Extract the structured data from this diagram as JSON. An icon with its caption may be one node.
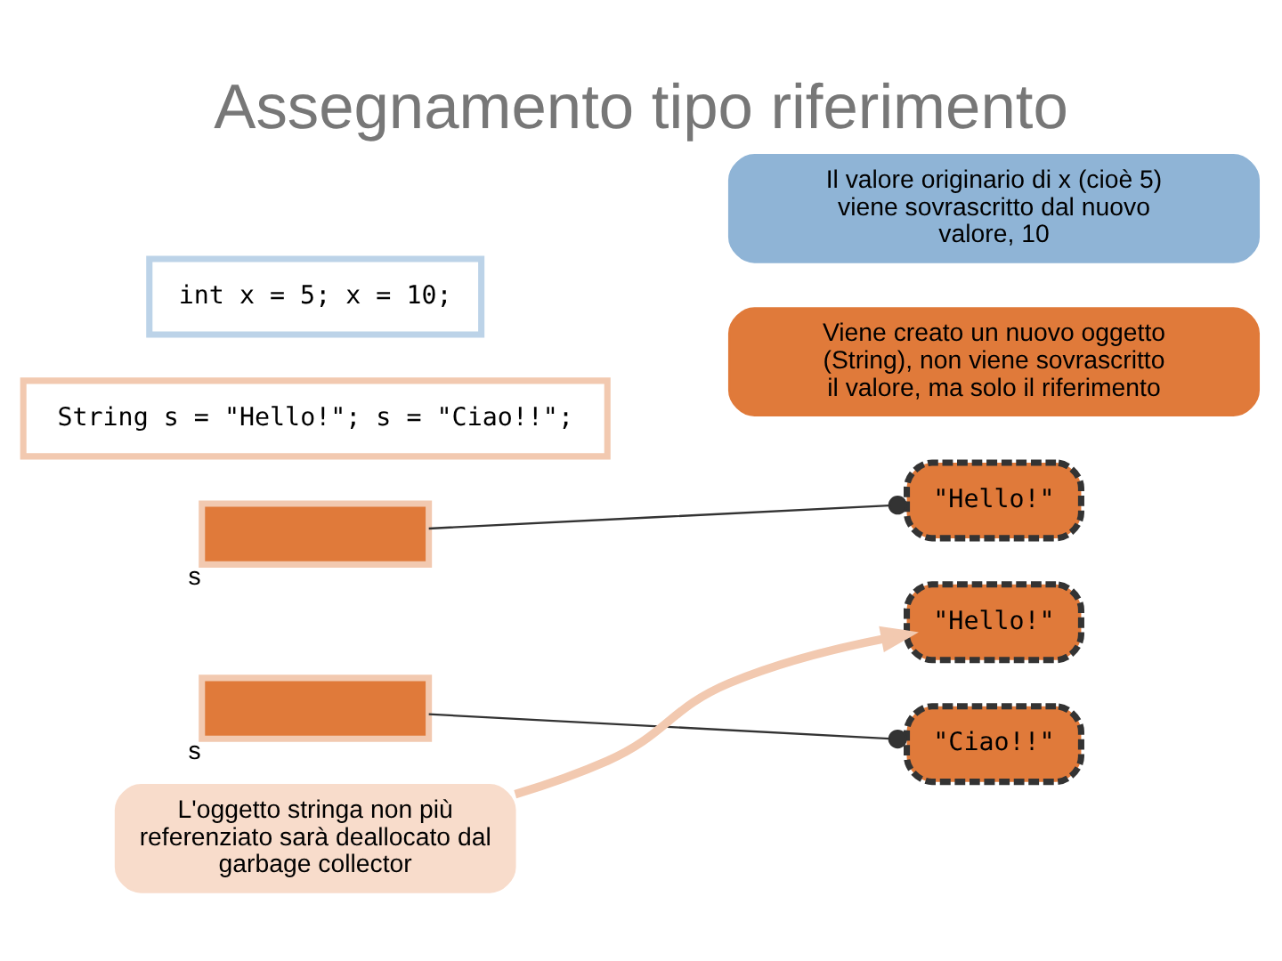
{
  "diagram": {
    "title": "Assegnamento tipo riferimento",
    "nodes": [
      {
        "text": [
          "int x = 5; x = 10;"
        ]
      },
      {
        "text": [
          "Il valore originario di x (cioè 5) viene sovrascritto dal nuovo valore, 10"
        ]
      },
      {
        "text": [
          "String s = \"Hello!\"; s = \"Ciao!!\";"
        ]
      },
      {
        "text": [
          "Viene creato un nuovo oggetto (String), non viene sovrascritto il valore, ma solo il riferimento"
        ]
      },
      {
        "text": [],
        "shape": "box",
        "beside": [
          "s"
        ]
      },
      {
        "text": [
          "\"Hello!\""
        ]
      },
      {
        "text": [],
        "shape": "box",
        "beside": [
          "s"
        ]
      },
      {
        "text": [
          "\"Hello!\""
        ]
      },
      {
        "text": [
          "\"Ciao!!\""
        ]
      },
      {
        "text": [
          "L'oggetto stringa non più referenziato sarà deallocato dal garbage collector"
        ]
      }
    ],
    "edges": [
      {
        "from": 4,
        "to": 5,
        "arrow": "other"
      },
      {
        "from": 6,
        "to": 8,
        "arrow": "other"
      },
      {
        "from": 9,
        "to": 7,
        "arrow": "to",
        "style": "thick",
        "color": "#f2c9b0"
      }
    ]
  }
}
